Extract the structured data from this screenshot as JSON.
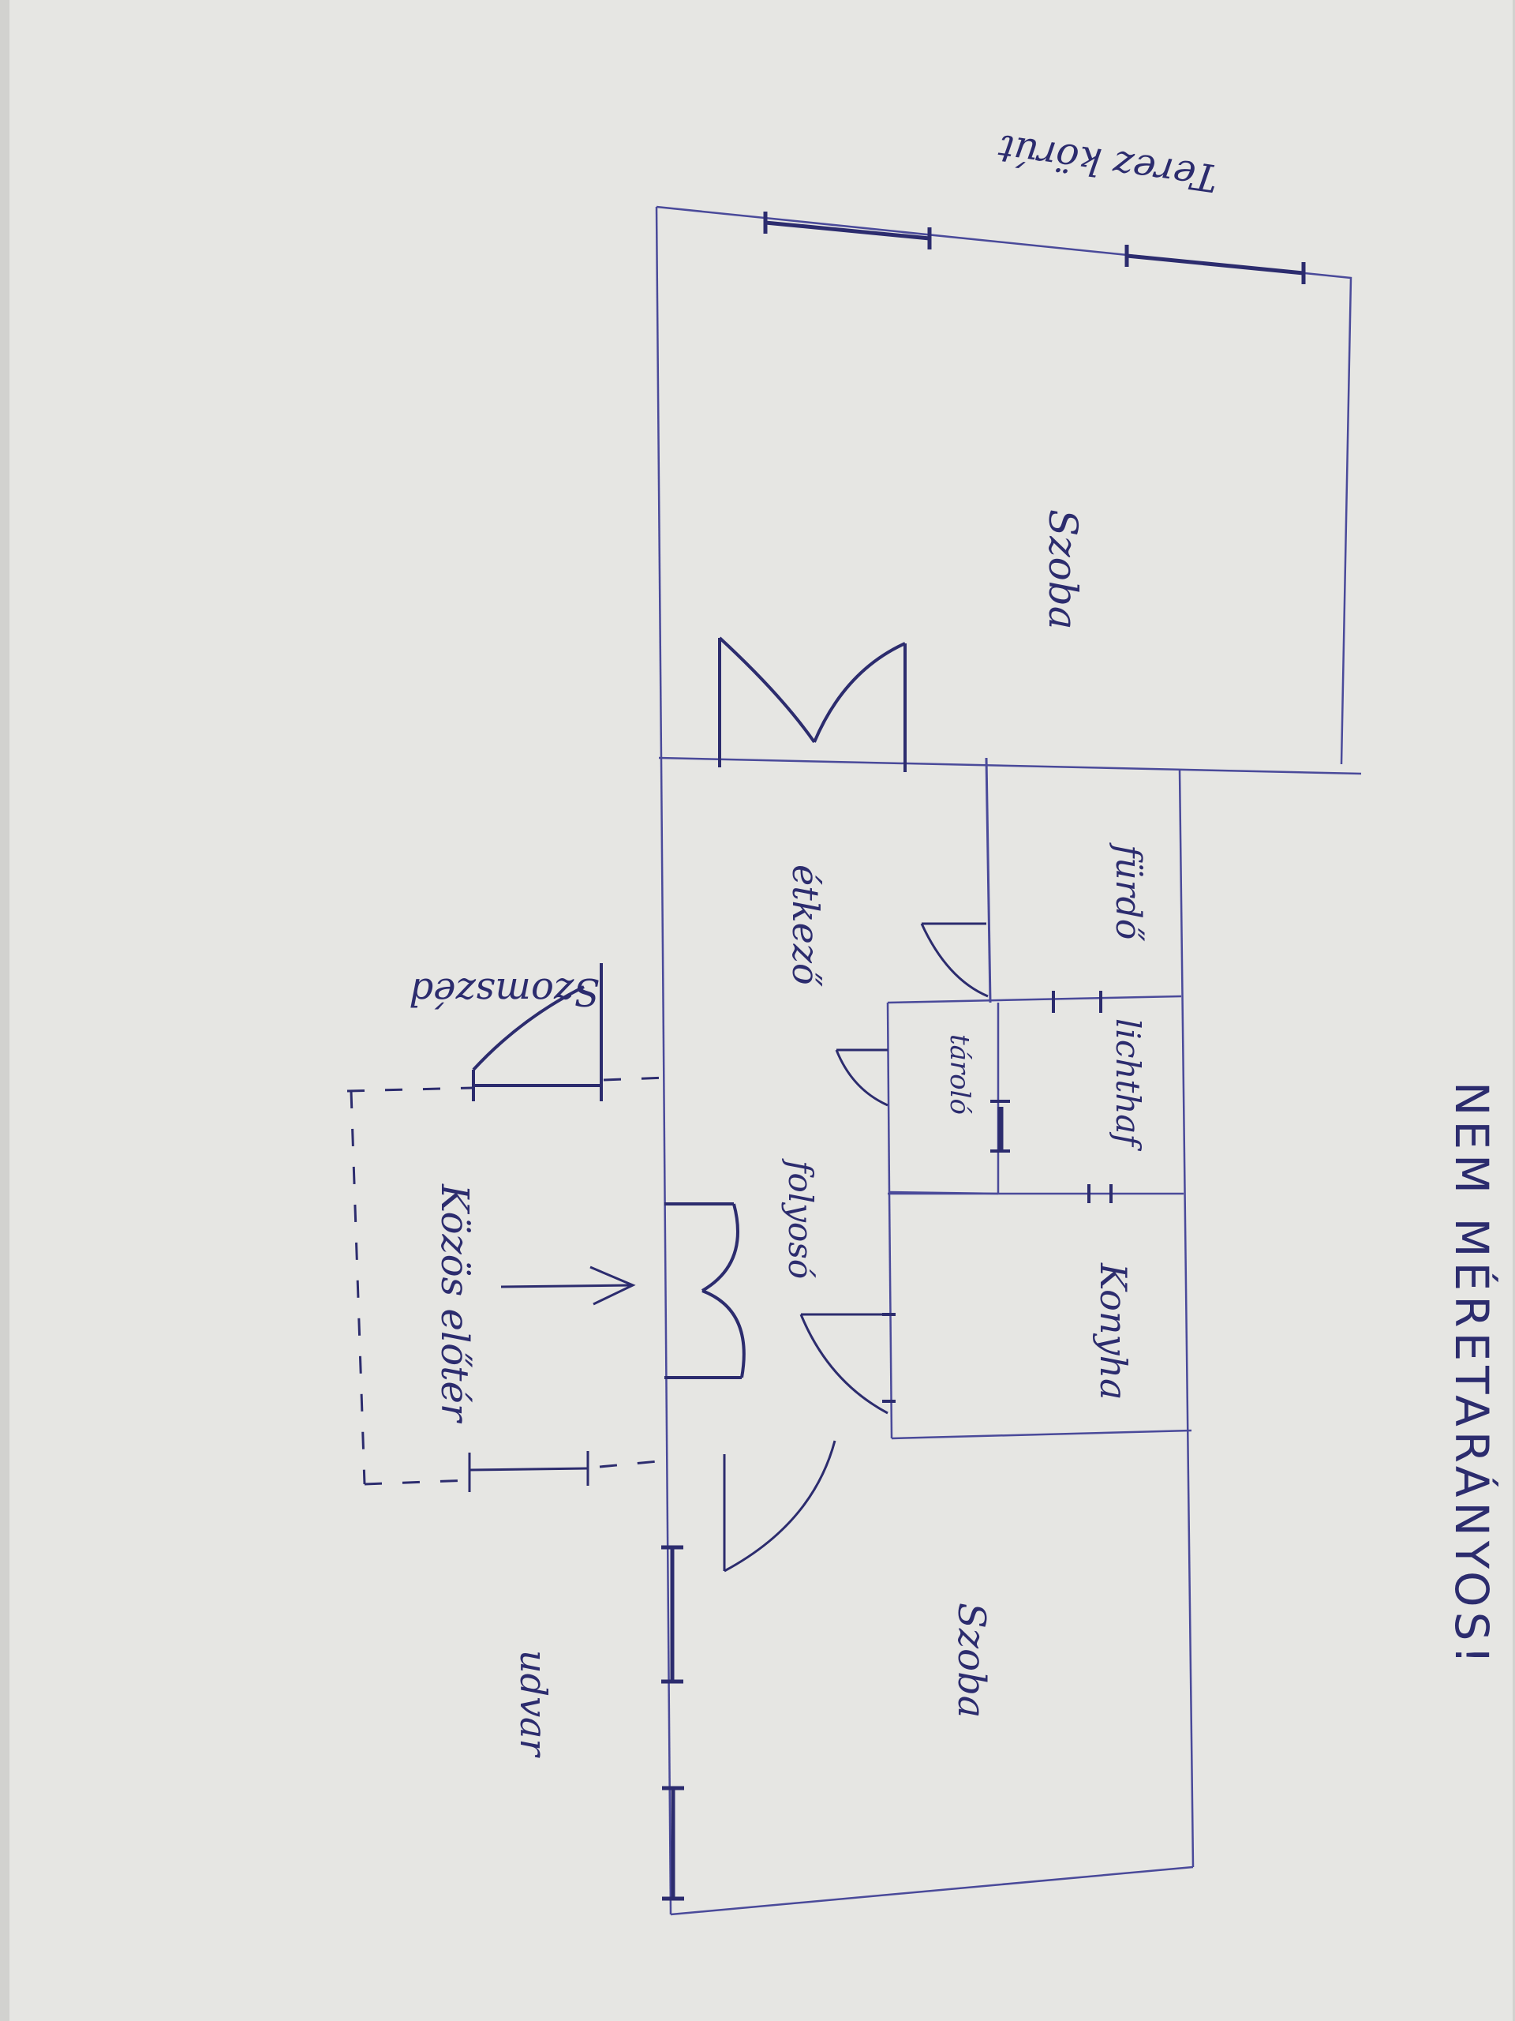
{
  "colors": {
    "ink": "#2c2c6e",
    "thin_ink": "#4a4a9a",
    "paper": "#e6e6e3",
    "background": "#d2d2cf"
  },
  "labels": {
    "street": "Terez körút",
    "room_top": "Szoba",
    "dining": "étkező",
    "bathroom": "fürdő",
    "lightwell": "lichthaf",
    "storage": "tároló",
    "corridor": "folyosó",
    "kitchen": "Konyha",
    "room_bottom": "Szoba",
    "neighbor": "Szomszéd",
    "shared_hall": "Közös előtér",
    "courtyard": "udvar",
    "not_to_scale": "NEM MÉRETARÁNYOS!"
  }
}
